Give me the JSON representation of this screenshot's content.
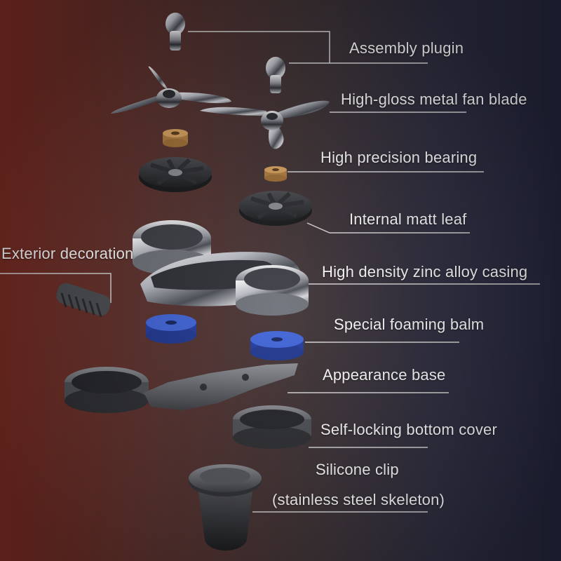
{
  "diagram": {
    "labels": {
      "assembly_plugin": "Assembly plugin",
      "fan_blade": "High-gloss metal fan blade",
      "bearing": "High precision bearing",
      "matt_leaf": "Internal matt leaf",
      "exterior_decoration": "Exterior decoration",
      "zinc_casing": "High density zinc alloy casing",
      "foaming_balm": "Special foaming balm",
      "appearance_base": "Appearance base",
      "bottom_cover": "Self-locking bottom cover",
      "silicone_clip": "Silicone clip",
      "steel_skeleton": "(stainless steel skeleton)"
    },
    "colors": {
      "leader_line": "#d9d9d9",
      "foam": "#2b4fc4",
      "bearing": "#c98f4a",
      "chrome": "#d8d8dc"
    }
  }
}
